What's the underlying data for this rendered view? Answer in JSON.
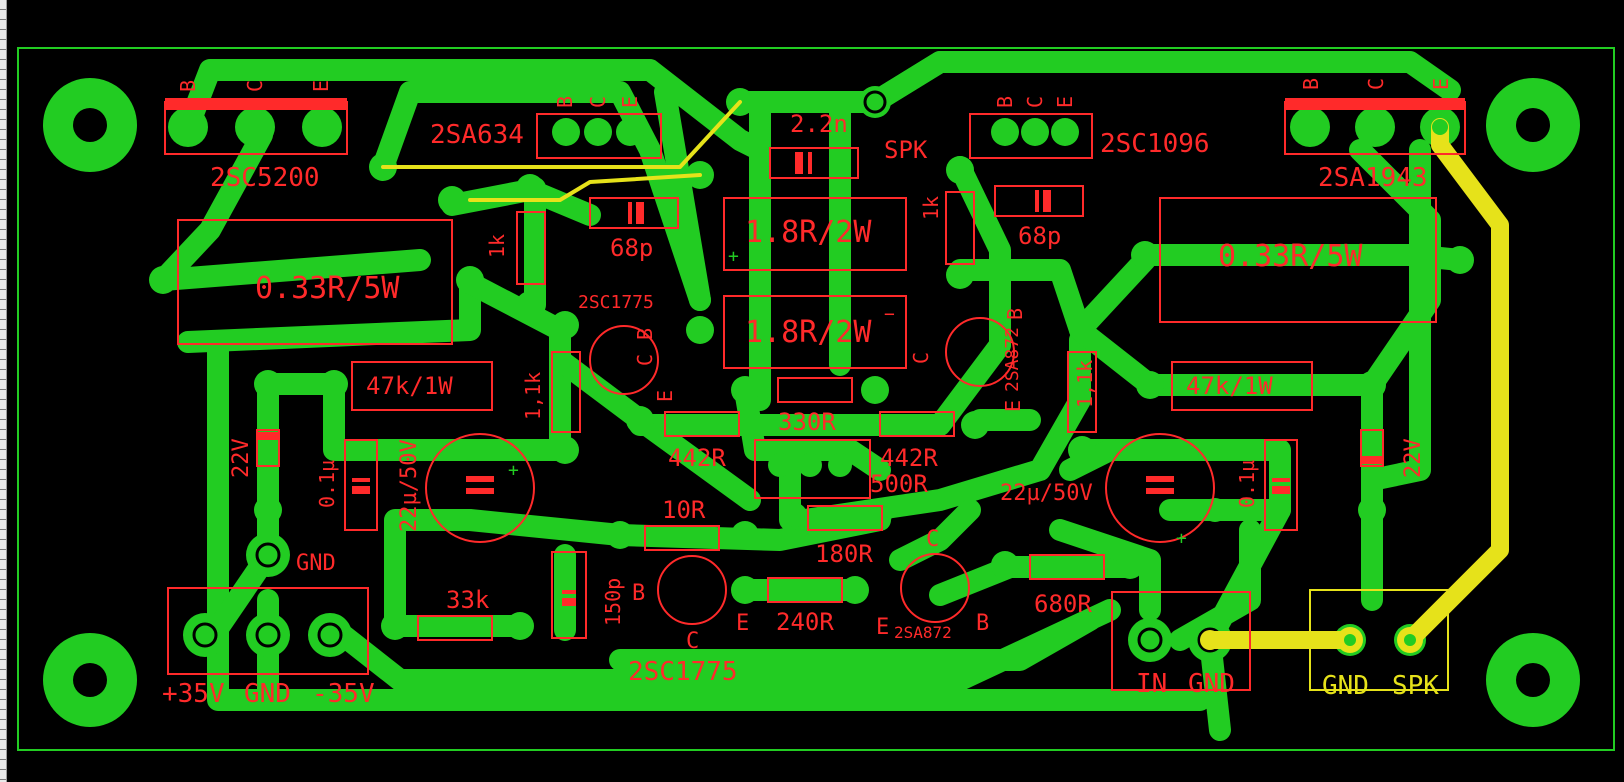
{
  "colors": {
    "background": "#000000",
    "copper": "#22cc22",
    "outline": "#22cc22",
    "silkscreen": "#ff2a2a",
    "jumper": "#e6e21a"
  },
  "labels": {
    "q_left_out": "2SC5200",
    "q_left_pins": [
      "B",
      "C",
      "E"
    ],
    "q_right_out": "2SA1943",
    "q_right_pins": [
      "B",
      "C",
      "E"
    ],
    "q_left_drv": "2SA634",
    "q_left_drv_pins": [
      "B",
      "C",
      "E"
    ],
    "q_right_drv": "2SC1096",
    "q_right_drv_pins": [
      "B",
      "C",
      "E"
    ],
    "cap_2n2": "2.2n",
    "spk_top": "SPK",
    "cap_68p_left": "68p",
    "cap_68p_right": "68p",
    "res_1k_left": "1k",
    "res_1k_right": "1k",
    "res_18_top": "1.8R/2W",
    "res_18_bot": "1.8R/2W",
    "res_033_left": "0.33R/5W",
    "res_033_right": "0.33R/5W",
    "q_2sc1775_top": "2SC1775",
    "q_2sc1775_top_pins": [
      "C",
      "B",
      "E"
    ],
    "q_2sa872_top": "2SA872",
    "q_2sa872_top_pins": [
      "C",
      "B",
      "E"
    ],
    "res_11k_left": "1,1k",
    "res_11k_right": "1,1k",
    "res_47k_left": "47k/1W",
    "res_47k_right": "47k/1W",
    "zener_left": "22V",
    "zener_right": "22V",
    "cap_01_left": "0.1µ",
    "cap_01_right": "0.1µ",
    "cap_22_left": "22µ/50V",
    "cap_22_right": "22µ/50V",
    "res_330": "330R",
    "res_442_left": "442R",
    "res_442_right": "442R",
    "pot_500": "500R",
    "res_10": "10R",
    "res_180": "180R",
    "res_33k": "33k",
    "cap_150p": "150p",
    "res_240": "240R",
    "res_680": "680R",
    "gnd_mid": "GND",
    "q_2sc1775_bot": "2SC1775",
    "q_2sc1775_bot_pins": [
      "B",
      "C",
      "E"
    ],
    "q_2sa872_bot": "2SA872",
    "q_2sa872_bot_pins": [
      "C",
      "B",
      "E"
    ],
    "pwr_pos": "+35V",
    "pwr_gnd": "GND",
    "pwr_neg": "-35V",
    "in_label": "IN",
    "in_gnd": "GND",
    "out_gnd": "GND",
    "out_spk": "SPK",
    "plus_sign": "+",
    "minus_sign": "−"
  }
}
